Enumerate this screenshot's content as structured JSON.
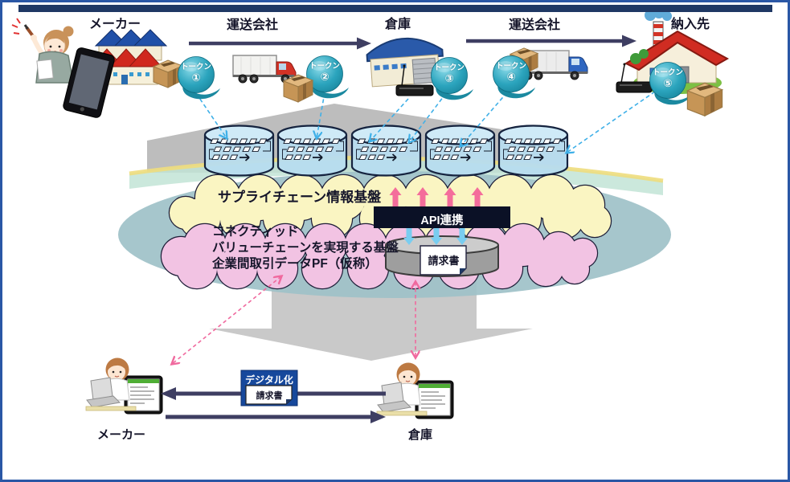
{
  "top_flow": {
    "maker": "メーカー",
    "carrier_1": "運送会社",
    "warehouse": "倉庫",
    "carrier_2": "運送会社",
    "destination": "納入先"
  },
  "tokens": [
    {
      "label": "トークン",
      "number": "①"
    },
    {
      "label": "トークン",
      "number": "②"
    },
    {
      "label": "トークン",
      "number": "③"
    },
    {
      "label": "トークン",
      "number": "④"
    },
    {
      "label": "トークン",
      "number": "⑤"
    }
  ],
  "platform": {
    "supply_chain_label": "サプライチェーン情報基盤",
    "connected_lines": [
      "コネクティッド",
      "バリューチェーンを実現する基盤",
      "企業間取引データPF（仮称）"
    ],
    "api_label": "API連携",
    "invoice_label": "請求書"
  },
  "bottom_flow": {
    "digitalization_label": "デジタル化",
    "invoice_label": "請求書",
    "maker": "メーカー",
    "warehouse": "倉庫"
  },
  "colors": {
    "border_blue": "#2a57a5",
    "header_navy": "#1f3864",
    "flow_arrow_navy": "#3e3e62",
    "token_teal": "#2ba4bd",
    "db_cylinder_blue": "#b7dcef",
    "supply_cloud_yellow": "#faf5c2",
    "platform_cloud_pink": "#f2c3e3",
    "platform_disc_teal": "#9fc2c8",
    "api_box_navy": "#0b1126",
    "api_up_arrow_pink": "#f46d9b",
    "api_down_arrow_blue": "#79cdf0",
    "invoice_cylinder_gray": "#9e9e9e",
    "digitalization_box_blue": "#16489c",
    "dashed_link_blue": "#3fb0e8",
    "dashed_link_pink": "#f0699e"
  }
}
